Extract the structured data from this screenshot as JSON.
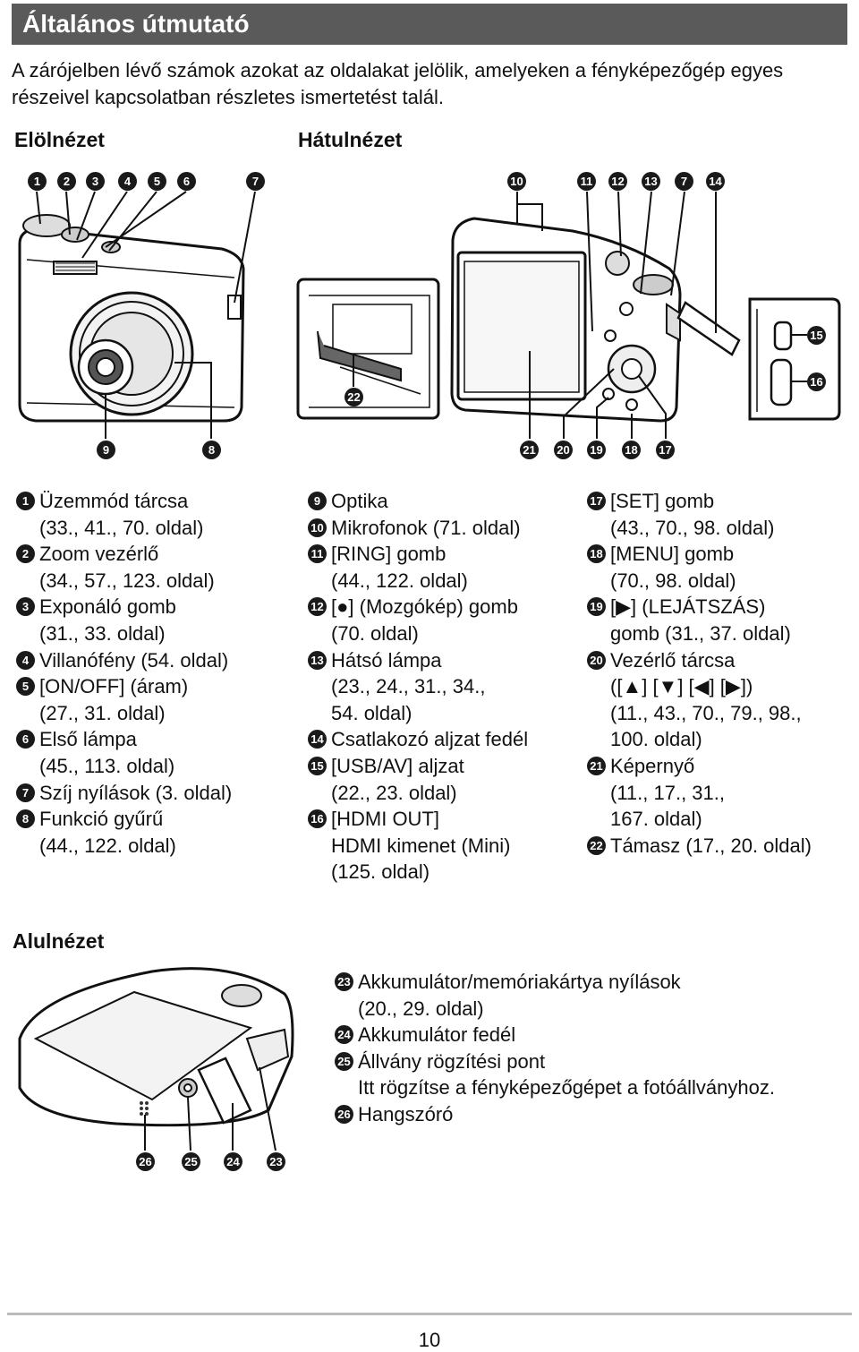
{
  "header": {
    "title": "Általános útmutató"
  },
  "intro": "A zárójelben lévő számok azokat az oldalakat jelölik, amelyeken a fényképezőgép egyes részeivel kapcsolatban részletes ismertetést talál.",
  "sections": {
    "front": "Elölnézet",
    "back": "Hátulnézet",
    "bottom": "Alulnézet"
  },
  "callouts": {
    "front_top": [
      "1",
      "2",
      "3",
      "4",
      "5",
      "6",
      "7"
    ],
    "back_top": [
      "10",
      "11",
      "12",
      "13",
      "7",
      "14"
    ],
    "front_bottom": [
      "9",
      "8"
    ],
    "back_bottom": [
      "21",
      "20",
      "19",
      "18",
      "17"
    ],
    "back_side": [
      "15",
      "16"
    ],
    "stand": "22",
    "bottom": [
      "26",
      "25",
      "24",
      "23"
    ]
  },
  "col1": [
    {
      "n": "1",
      "lines": [
        "Üzemmód tárcsa",
        "(33., 41., 70. oldal)"
      ]
    },
    {
      "n": "2",
      "lines": [
        "Zoom vezérlő",
        "(34., 57., 123. oldal)"
      ]
    },
    {
      "n": "3",
      "lines": [
        "Exponáló gomb",
        "(31., 33. oldal)"
      ]
    },
    {
      "n": "4",
      "lines": [
        "Villanófény (54. oldal)"
      ]
    },
    {
      "n": "5",
      "lines": [
        "[ON/OFF] (áram)",
        "(27., 31. oldal)"
      ]
    },
    {
      "n": "6",
      "lines": [
        "Első lámpa",
        "(45., 113. oldal)"
      ]
    },
    {
      "n": "7",
      "lines": [
        "Szíj nyílások (3. oldal)"
      ]
    },
    {
      "n": "8",
      "lines": [
        "Funkció gyűrű",
        "(44., 122. oldal)"
      ]
    }
  ],
  "col2": [
    {
      "n": "9",
      "lines": [
        "Optika"
      ]
    },
    {
      "n": "10",
      "lines": [
        "Mikrofonok (71. oldal)"
      ]
    },
    {
      "n": "11",
      "lines": [
        "[RING] gomb",
        "(44., 122. oldal)"
      ]
    },
    {
      "n": "12",
      "lines": [
        "[●] (Mozgókép) gomb",
        "(70. oldal)"
      ]
    },
    {
      "n": "13",
      "lines": [
        "Hátsó lámpa",
        "(23., 24., 31., 34.,",
        "54. oldal)"
      ]
    },
    {
      "n": "14",
      "lines": [
        "Csatlakozó aljzat fedél"
      ]
    },
    {
      "n": "15",
      "lines": [
        "[USB/AV] aljzat",
        "(22., 23. oldal)"
      ]
    },
    {
      "n": "16",
      "lines": [
        "[HDMI OUT]",
        "HDMI kimenet (Mini)",
        "(125. oldal)"
      ]
    }
  ],
  "col3": [
    {
      "n": "17",
      "lines": [
        "[SET] gomb",
        "(43., 70., 98. oldal)"
      ]
    },
    {
      "n": "18",
      "lines": [
        "[MENU] gomb",
        "(70., 98. oldal)"
      ]
    },
    {
      "n": "19",
      "lines": [
        "[▶] (LEJÁTSZÁS)",
        "gomb (31., 37. oldal)"
      ]
    },
    {
      "n": "20",
      "lines": [
        "Vezérlő tárcsa",
        "([▲] [▼] [◀] [▶])",
        "(11., 43., 70., 79., 98.,",
        "100. oldal)"
      ]
    },
    {
      "n": "21",
      "lines": [
        "Képernyő",
        "(11., 17., 31.,",
        "167. oldal)"
      ]
    },
    {
      "n": "22",
      "lines": [
        "Támasz (17., 20. oldal)"
      ]
    }
  ],
  "col4": [
    {
      "n": "23",
      "lines": [
        "Akkumulátor/memóriakártya nyílások",
        "(20., 29. oldal)"
      ]
    },
    {
      "n": "24",
      "lines": [
        "Akkumulátor fedél"
      ]
    },
    {
      "n": "25",
      "lines": [
        "Állvány rögzítési pont",
        "Itt rögzítse a fényképezőgépet a fotóállványhoz."
      ]
    },
    {
      "n": "26",
      "lines": [
        "Hangszóró"
      ]
    }
  ],
  "footer": {
    "page": "10"
  }
}
